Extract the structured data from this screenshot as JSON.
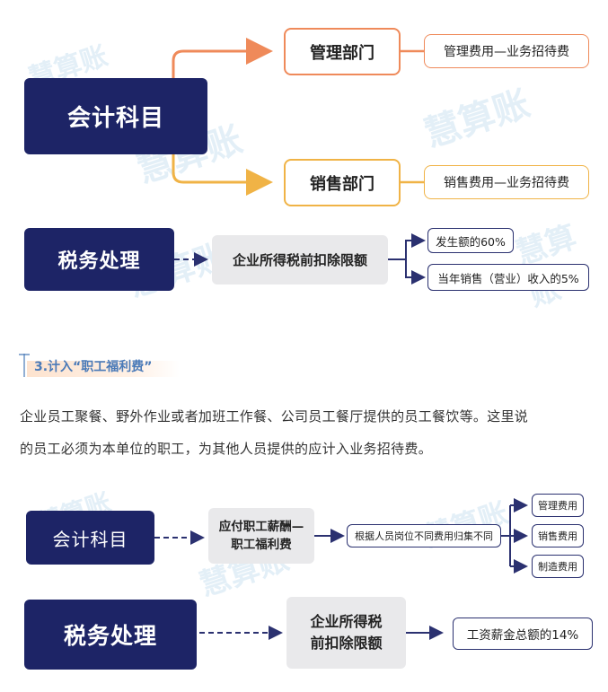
{
  "diagram1": {
    "accounting_subject": "会计科目",
    "mgmt_dept": "管理部门",
    "mgmt_expense": "管理费用—业务招待费",
    "sales_dept": "销售部门",
    "sales_expense": "销售费用—业务招待费",
    "tax_treatment": "税务处理",
    "deduction_limit": "企业所得税前扣除限额",
    "limit_a": "发生额的60%",
    "limit_b": "当年销售（营业）收入的5%"
  },
  "section": {
    "heading": "3.计入“职工福利费”",
    "paragraph_line1": "企业员工聚餐、野外作业或者加班工作餐、公司员工餐厅提供的员工餐饮等。这里说",
    "paragraph_line2": "的员工必须为本单位的职工，为其他人员提供的应计入业务招待费。"
  },
  "diagram2": {
    "accounting_subject": "会计科目",
    "payable_line1": "应付职工薪酬—",
    "payable_line2": "职工福利费",
    "collect_note": "根据人员岗位不同费用归集不同",
    "out_mgmt": "管理费用",
    "out_sales": "销售费用",
    "out_manufacture": "制造费用",
    "tax_treatment": "税务处理",
    "deduct_line1": "企业所得税",
    "deduct_line2": "前扣除限额",
    "wage_limit": "工资薪金总额的14%"
  },
  "watermark": "慧算账",
  "colors": {
    "navy": "#1d2466",
    "orange": "#ef8a5a",
    "yellow": "#f0b346",
    "heading_text": "#4a7ab8"
  }
}
